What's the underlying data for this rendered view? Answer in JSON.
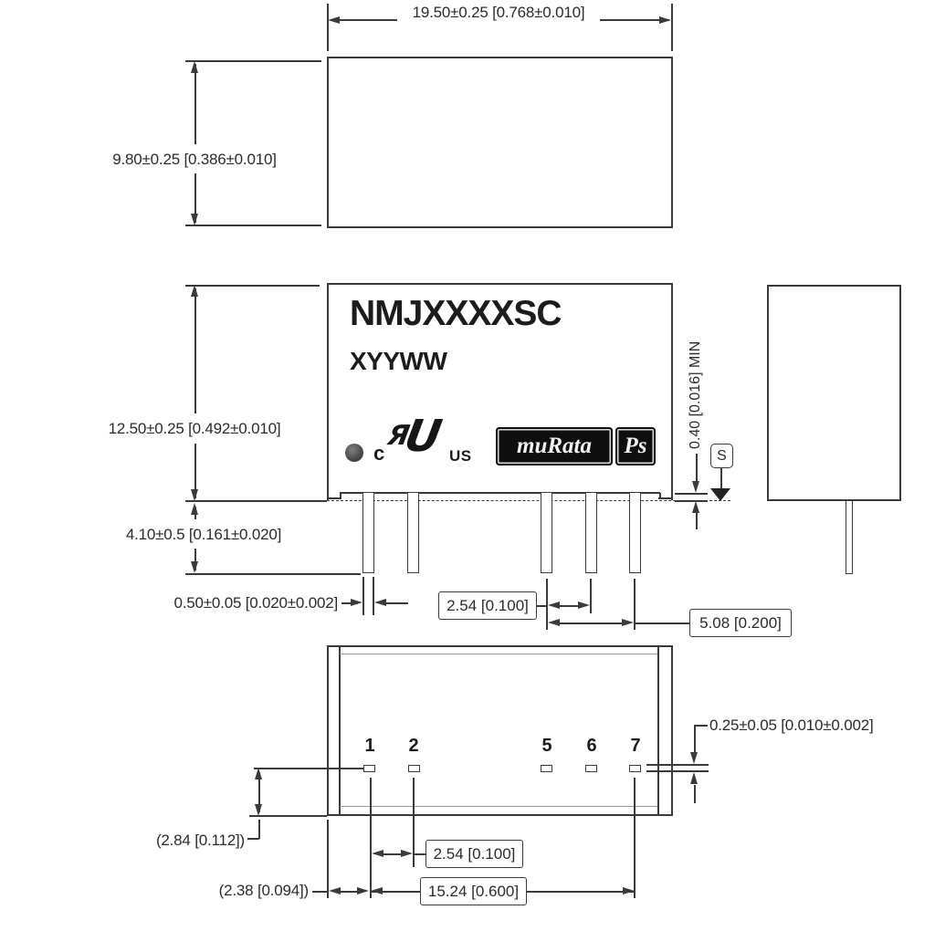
{
  "drawing": {
    "title_block": {
      "model": "NMJXXXXSC",
      "date_code": "XYYWW"
    },
    "logos": {
      "c": "c",
      "us": "US",
      "murata": "muRata",
      "ps": "Ps"
    },
    "icons": {
      "ul_recognized_r": "Я",
      "ul_recognized_u": "U"
    },
    "datum_flag": "S",
    "pin_labels": [
      "1",
      "2",
      "5",
      "6",
      "7"
    ],
    "dims": {
      "body_width": "19.50±0.25 [0.768±0.010]",
      "body_depth": "9.80±0.25 [0.386±0.010]",
      "body_height": "12.50±0.25 [0.492±0.010]",
      "pin_length": "4.10±0.5 [0.161±0.020]",
      "pin_width": "0.50±0.05 [0.020±0.002]",
      "pin_pitch": "2.54 [0.100]",
      "pin_span_5_7": "5.08 [0.200]",
      "standoff_min": "0.40 [0.016] MIN",
      "pin_thickness": "0.25±0.05 [0.010±0.002]",
      "pad_edge_offset": "(2.84 [0.112])",
      "pad_pitch": "2.54 [0.100]",
      "edge_to_pin1": "(2.38 [0.094])",
      "pin1_to_pin7": "15.24 [0.600]"
    },
    "colors": {
      "line": "#3a3a3a",
      "text": "#2b2b2b",
      "logo_bg": "#0f0f0f",
      "logo_fg": "#f2f2f2"
    }
  }
}
